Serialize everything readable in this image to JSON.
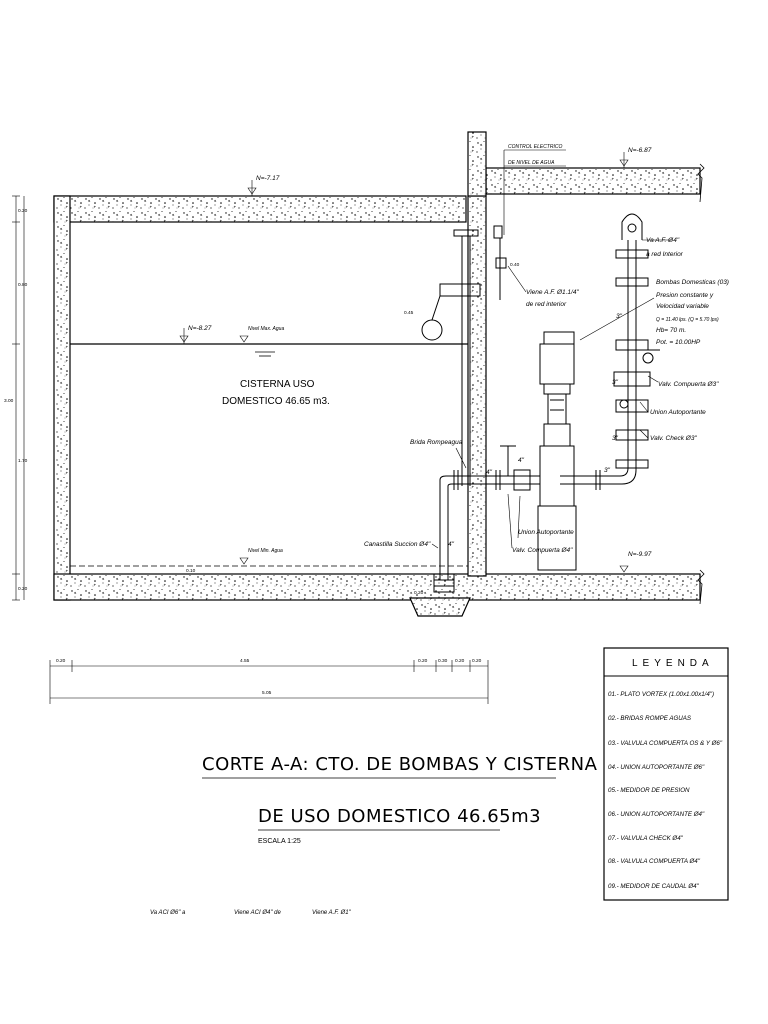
{
  "levels": {
    "nt_top_left": "N=-7.17",
    "nt_top_right": "N=-6.87",
    "water_level": "N=-8.27",
    "bottom_right": "N=-9.97",
    "nivel_max": "Nivel Max. Agua",
    "nivel_min": "Nivel Min. Agua"
  },
  "tank": {
    "line1": "CISTERNA USO",
    "line2": "DOMESTICO 46.65 m3."
  },
  "labels": {
    "control": "CONTROL ELECTRICO",
    "control2": "DE NIVEL DE AGUA",
    "viene_af": "Viene A.F. Ø1.1/4\"",
    "viene_af2": "de red interior",
    "va_af": "Va A.F. Ø4\"",
    "va_af2": "a red Interior",
    "bombas1": "Bombas Domesticas (03)",
    "bombas2": "Presion constante y",
    "bombas3": "Velocidad variable",
    "bombas4": "Q = 11.40 lps. (Q = 5.70 lps)",
    "bombas5": "Hb= 70 m.",
    "bombas6": "Pot. = 10.00HP",
    "valv_comp3": "Valv. Compuerta Ø3\"",
    "union_auto": "Union Autoportante",
    "valv_check": "Valv. Check Ø3\"",
    "brida": "Brida Rompeagua",
    "union_auto2": "Union Autoportante",
    "valv_comp4": "Valv. Compuerta Ø4\"",
    "canastilla": "Canastilla Succion Ø4\"",
    "d040": "0.40",
    "d045": "0.45",
    "d010": "0.10",
    "d020": "0.20",
    "pipe3a": "3\"",
    "pipe3b": "3\"",
    "pipe3c": "3\"",
    "pipe3d": "3\"",
    "pipe4a": "4\"",
    "pipe4b": "4\"",
    "pipe4c": "4\""
  },
  "dims_vertical": [
    "0.20",
    "0.80",
    "1.70",
    "0.20"
  ],
  "dim_total_v": "3.00",
  "dims_horizontal": [
    "0.20",
    "4.55",
    "0.20",
    "0.30",
    "0.20",
    "0.20"
  ],
  "dim_total_h": "5.05",
  "title": {
    "line1": "CORTE A-A: CTO. DE BOMBAS Y CISTERNA",
    "line2": "DE USO DOMESTICO 46.65m3",
    "scale": "ESCALA 1:25"
  },
  "legend": {
    "heading": "LEYENDA",
    "items": [
      "01.- PLATO VORTEX (1.00x1.00x1/4\")",
      "02.- BRIDAS ROMPE AGUAS",
      "03.- VALVULA COMPUERTA OS & Y Ø6\"",
      "04.- UNION AUTOPORTANTE Ø6\"",
      "05.- MEDIDOR DE PRESION",
      "06.- UNION AUTOPORTANTE Ø4\"",
      "07.- VALVULA CHECK Ø4\"",
      "08.- VALVULA COMPUERTA Ø4\"",
      "09.- MEDIDOR DE CAUDAL Ø4\""
    ]
  },
  "footer": {
    "a": "Va ACI Ø6\" a",
    "b": "Viene ACI Ø4\" de",
    "c": "Viene A.F. Ø1\""
  }
}
